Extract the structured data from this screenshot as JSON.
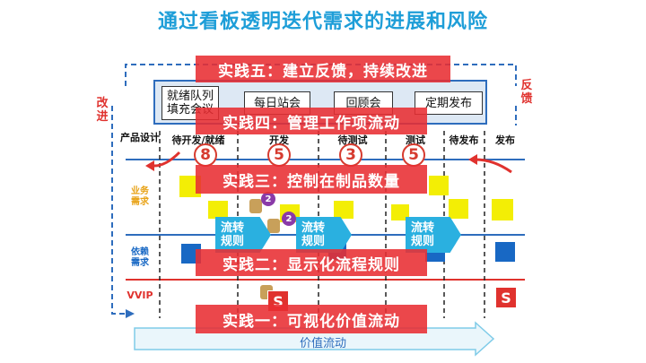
{
  "title": "通过看板透明迭代需求的进展和风险",
  "loop": {
    "left_label": "改进",
    "right_label": "反馈"
  },
  "ceremonies": [
    {
      "id": "replenish",
      "label": "就绪队列填充会议"
    },
    {
      "id": "standup",
      "label": "每日站会"
    },
    {
      "id": "retro",
      "label": "回顾会"
    },
    {
      "id": "release",
      "label": "定期发布"
    }
  ],
  "stages": [
    "产品设计",
    "待开发/就绪",
    "开发",
    "待测试",
    "测试",
    "待发布",
    "发布"
  ],
  "wip_limits": [
    "8",
    "5",
    "3",
    "5"
  ],
  "lanes": [
    {
      "label": "业务需求",
      "color": "#e8a318"
    },
    {
      "label": "依赖需求",
      "color": "#1868c4"
    },
    {
      "label": "VVIP",
      "color": "#e0322e"
    }
  ],
  "flow_rule_label": "流转规则",
  "expedite_badge": "S",
  "chips": [
    "2",
    "2"
  ],
  "value_stream_label": "价值流动",
  "practices": [
    {
      "id": "p5",
      "label": "实践五：建立反馈，持续改进"
    },
    {
      "id": "p4",
      "label": "实践四：管理工作项流动"
    },
    {
      "id": "p3",
      "label": "实践三：控制在制品数量"
    },
    {
      "id": "p2",
      "label": "实践二：显示化流程规则"
    },
    {
      "id": "p1",
      "label": "实践一：可视化价值流动"
    }
  ],
  "colors": {
    "title": "#1e9ed8",
    "practice": "#e82e32",
    "flow": "#2ab0e0",
    "sticky_yellow": "#f3ee05",
    "sticky_blue": "#1868c4"
  }
}
